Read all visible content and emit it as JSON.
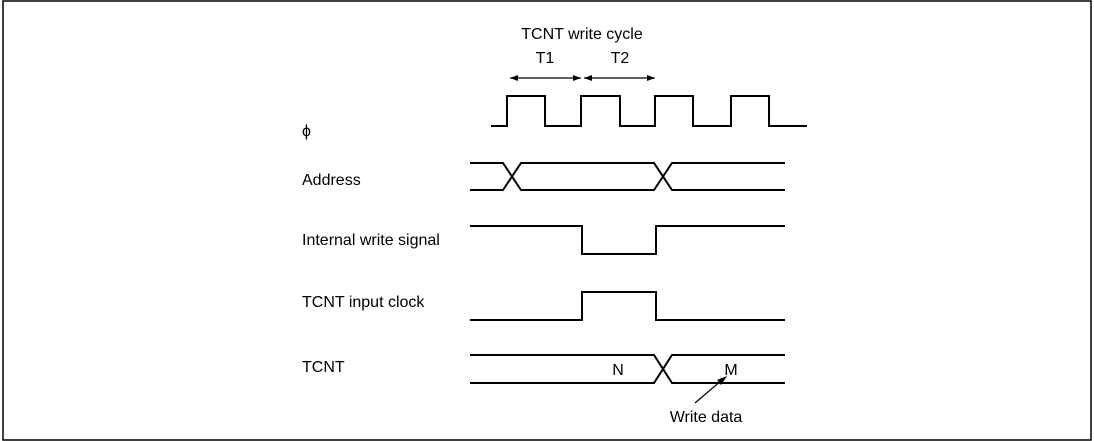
{
  "header": {
    "cycle_label": "TCNT write cycle",
    "t1_label": "T1",
    "t2_label": "T2"
  },
  "signals": {
    "phi": "ϕ",
    "address": "Address",
    "internal_write": "Internal write signal",
    "tcnt_input_clock": "TCNT input clock",
    "tcnt": "TCNT"
  },
  "tcnt_values": {
    "before": "N",
    "after": "M"
  },
  "annotation": {
    "write_data": "Write data"
  }
}
